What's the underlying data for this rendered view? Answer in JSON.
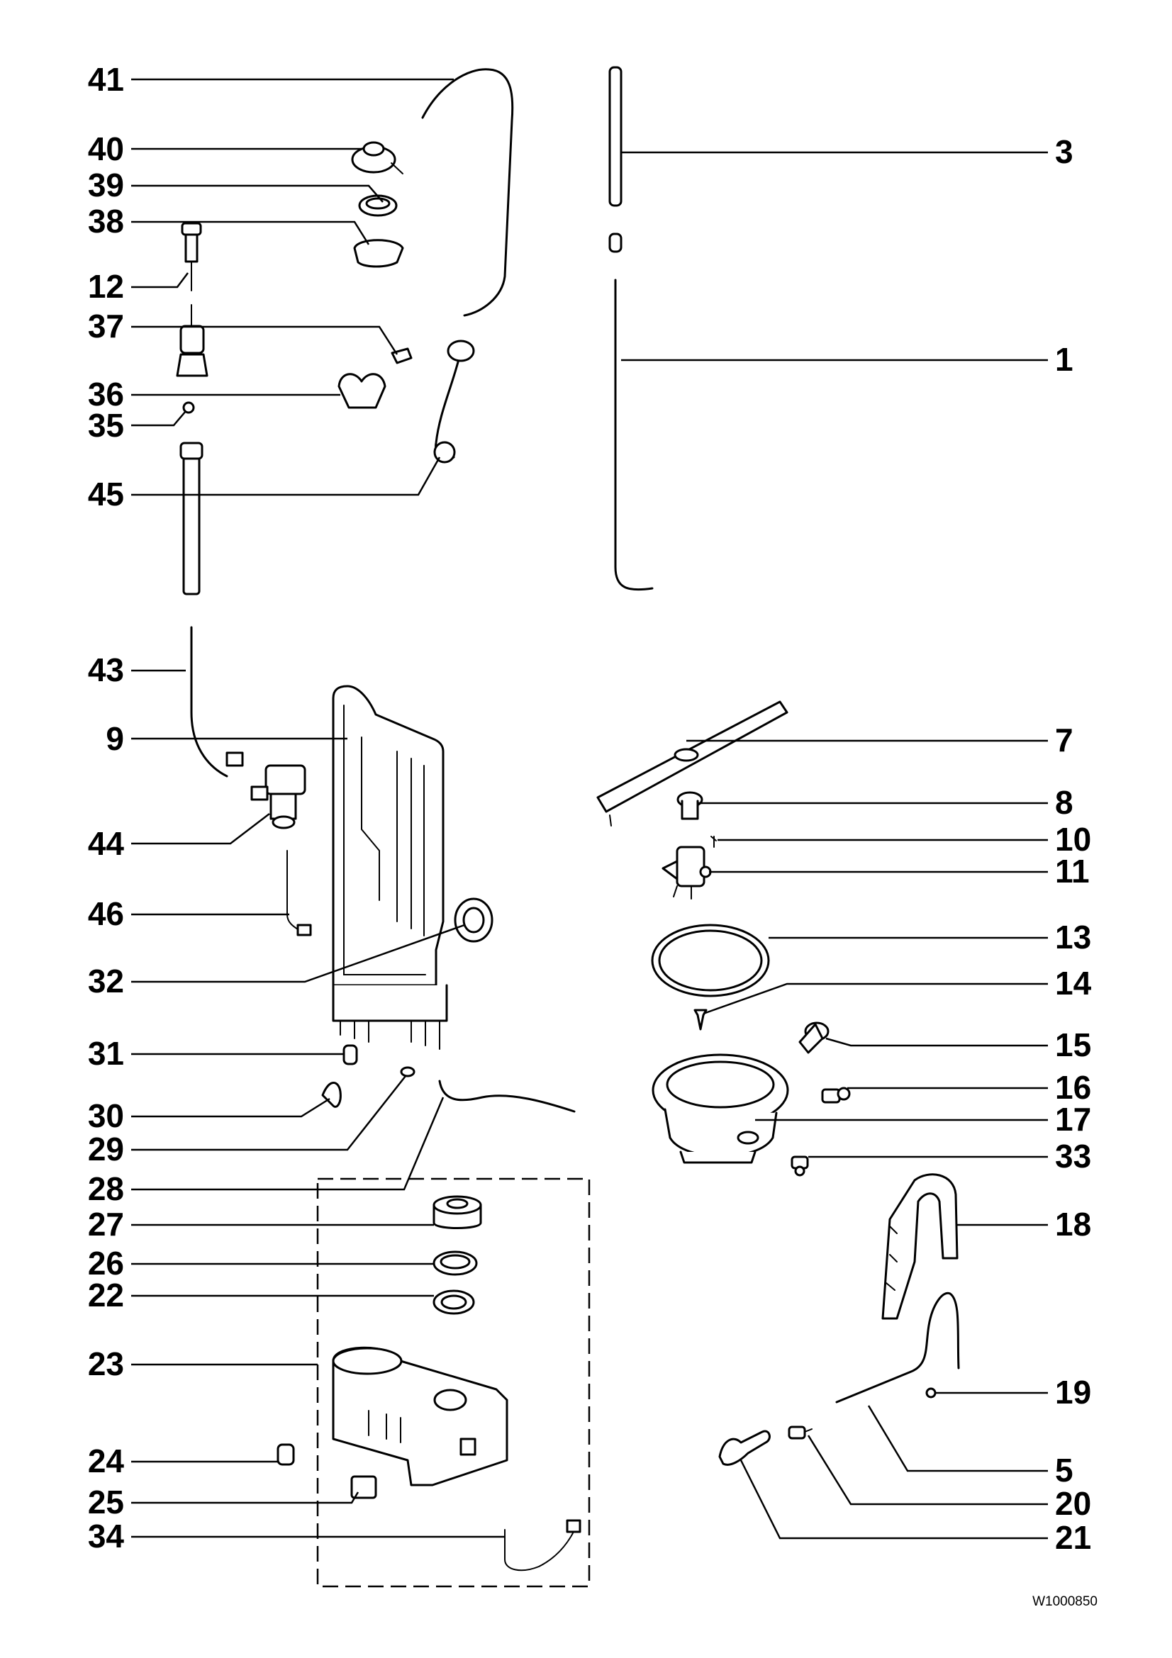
{
  "diagram": {
    "type": "exploded-parts-diagram",
    "drawing_number": "W1000850",
    "callouts": [
      "41",
      "40",
      "39",
      "38",
      "12",
      "37",
      "36",
      "35",
      "45",
      "43",
      "9",
      "44",
      "46",
      "32",
      "31",
      "30",
      "29",
      "28",
      "27",
      "26",
      "22",
      "23",
      "24",
      "25",
      "34",
      "3",
      "1",
      "7",
      "8",
      "10",
      "11",
      "13",
      "14",
      "15",
      "16",
      "17",
      "33",
      "18",
      "19",
      "5",
      "20",
      "21"
    ]
  }
}
